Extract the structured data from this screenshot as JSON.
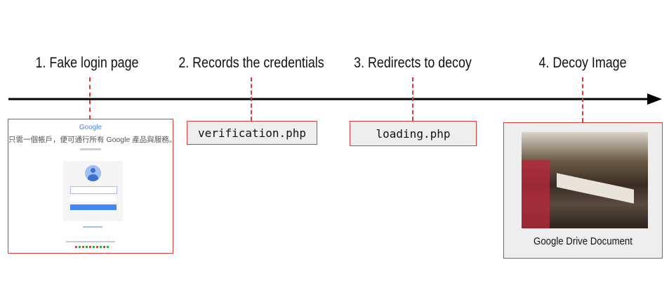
{
  "steps": [
    {
      "label": "1. Fake login page"
    },
    {
      "label": "2. Records the credentials",
      "file": "verification.php"
    },
    {
      "label": "3. Redirects to decoy",
      "file": "loading.php"
    },
    {
      "label": "4. Decoy Image",
      "caption": "Google Drive Document"
    }
  ],
  "login_page": {
    "logo": "Google",
    "headline": "只需一個帳戶，便可通行所有 Google 產品與服務。",
    "button_color": "#4285f4"
  },
  "colors": {
    "accent": "#e53935",
    "arrow": "#000000"
  }
}
